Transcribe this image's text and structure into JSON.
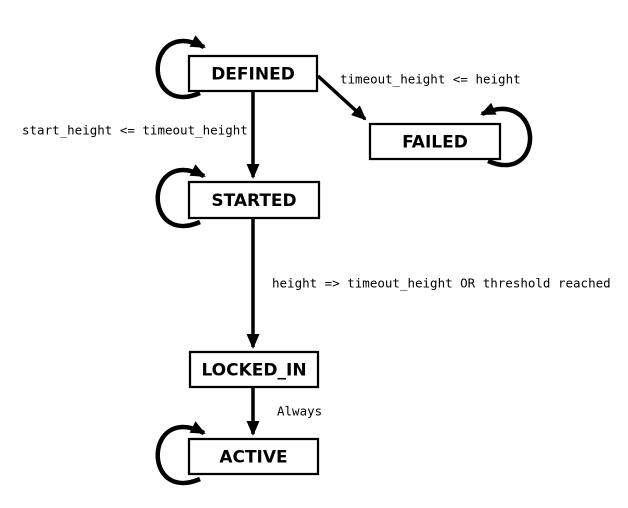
{
  "diagram": {
    "title": "deployment state machine",
    "colors": {
      "background": "#ffffff",
      "stroke": "#000000",
      "box_fill": "#ffffff",
      "text": "#000000"
    },
    "states": [
      {
        "id": "defined",
        "label": "DEFINED"
      },
      {
        "id": "failed",
        "label": "FAILED"
      },
      {
        "id": "started",
        "label": "STARTED"
      },
      {
        "id": "locked_in",
        "label": "LOCKED_IN"
      },
      {
        "id": "active",
        "label": "ACTIVE"
      }
    ],
    "transitions": [
      {
        "from": "DEFINED",
        "to": "FAILED",
        "label": "timeout_height <= height"
      },
      {
        "from": "DEFINED",
        "to": "STARTED",
        "label": "start_height <= timeout_height"
      },
      {
        "from": "STARTED",
        "to": "LOCKED_IN",
        "label": "height => timeout_height OR threshold reached"
      },
      {
        "from": "LOCKED_IN",
        "to": "ACTIVE",
        "label": "Always"
      }
    ],
    "self_loops": [
      "DEFINED",
      "STARTED",
      "FAILED",
      "ACTIVE"
    ]
  }
}
